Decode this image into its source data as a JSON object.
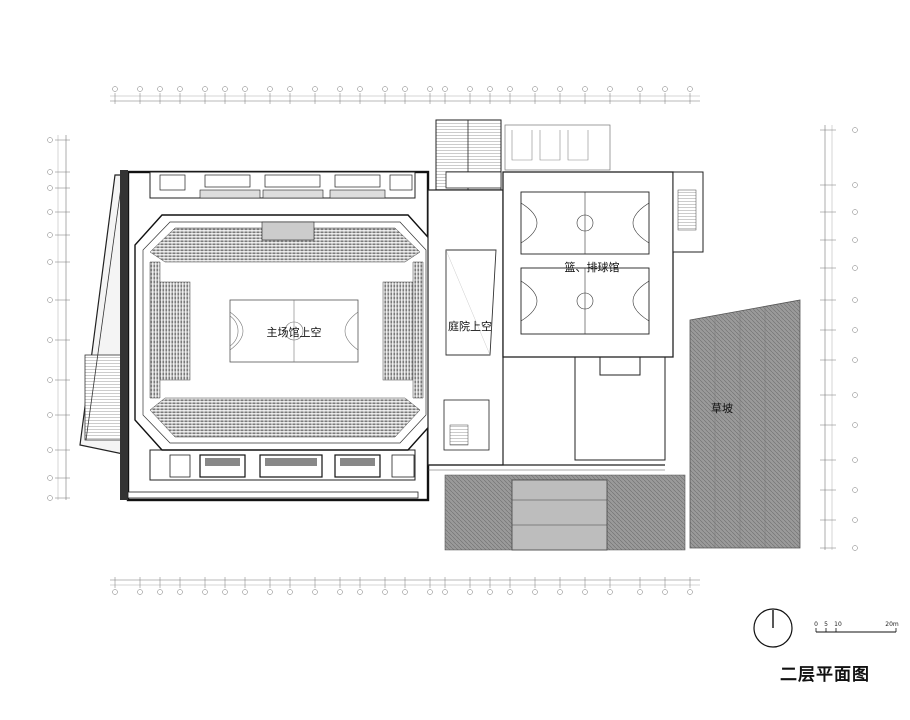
{
  "drawing": {
    "title": "二层平面图",
    "labels": {
      "main_hall": "主场馆上空",
      "courtyard": "庭院上空",
      "ball_hall": "篮、排球馆",
      "lawn": "草坡"
    },
    "scale_bar": {
      "ticks": [
        "0",
        "5",
        "10",
        "20m"
      ]
    }
  }
}
